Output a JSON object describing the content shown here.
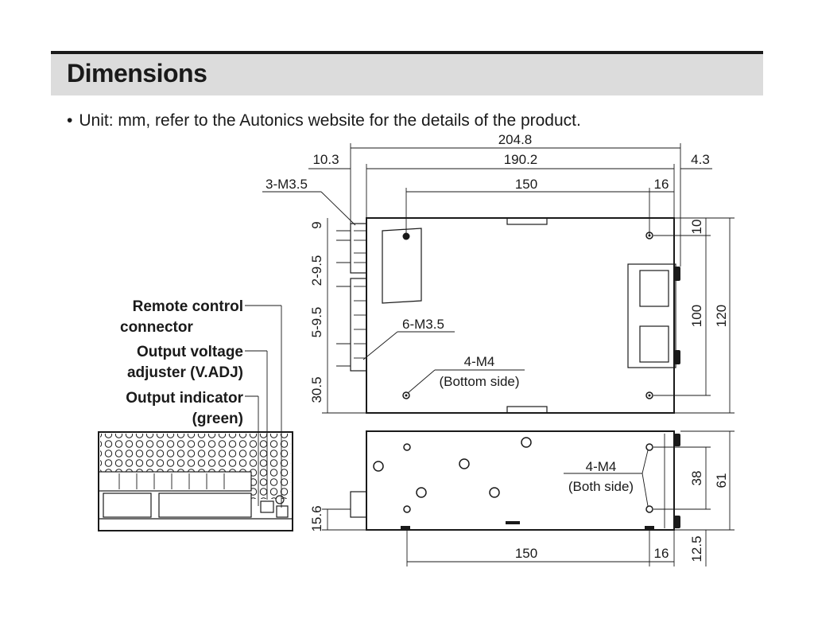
{
  "header": {
    "title": "Dimensions"
  },
  "note": {
    "bullet": "•",
    "text": "Unit: mm, refer to the Autonics website for the details of the product."
  },
  "top_view": {
    "overall_width": "204.8",
    "body_width": "190.2",
    "left_offset": "10.3",
    "right_offset": "4.3",
    "hole_pitch_x": "150",
    "hole_offset_right": "16",
    "terminal_label": "3-M3.5",
    "terminal_label_2": "6-M3.5",
    "bottom_holes_line1": "4-M4",
    "bottom_holes_line2": "(Bottom side)",
    "left_dims": [
      "9",
      "2-9.5",
      "5-9.5",
      "30.5"
    ],
    "right_dims": [
      "10",
      "100",
      "120"
    ]
  },
  "side_view": {
    "hole_pitch_x": "150",
    "hole_offset_right": "16",
    "side_holes_line1": "4-M4",
    "side_holes_line2": "(Both side)",
    "right_dims": [
      "38",
      "61",
      "12.5"
    ],
    "left_dim": "15.6"
  },
  "front_view": {
    "callouts": [
      {
        "line1": "Remote control",
        "line2": "connector"
      },
      {
        "line1": "Output voltage",
        "line2": "adjuster (V.ADJ)"
      },
      {
        "line1": "Output indicator",
        "line2": "(green)"
      }
    ]
  }
}
